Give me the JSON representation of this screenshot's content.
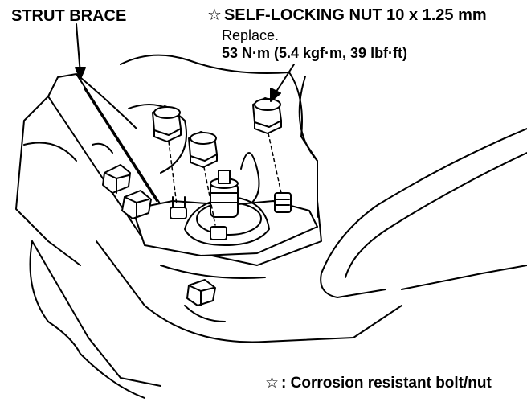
{
  "labels": {
    "strut_brace": "STRUT BRACE",
    "nut_title": "SELF-LOCKING NUT 10 x 1.25 mm",
    "nut_replace": "Replace.",
    "nut_torque": "53 N·m (5.4 kgf·m, 39 lbf·ft)",
    "legend": ": Corrosion resistant bolt/nut"
  },
  "symbols": {
    "star": "☆"
  },
  "colors": {
    "ink": "#000000",
    "paper": "#ffffff"
  }
}
